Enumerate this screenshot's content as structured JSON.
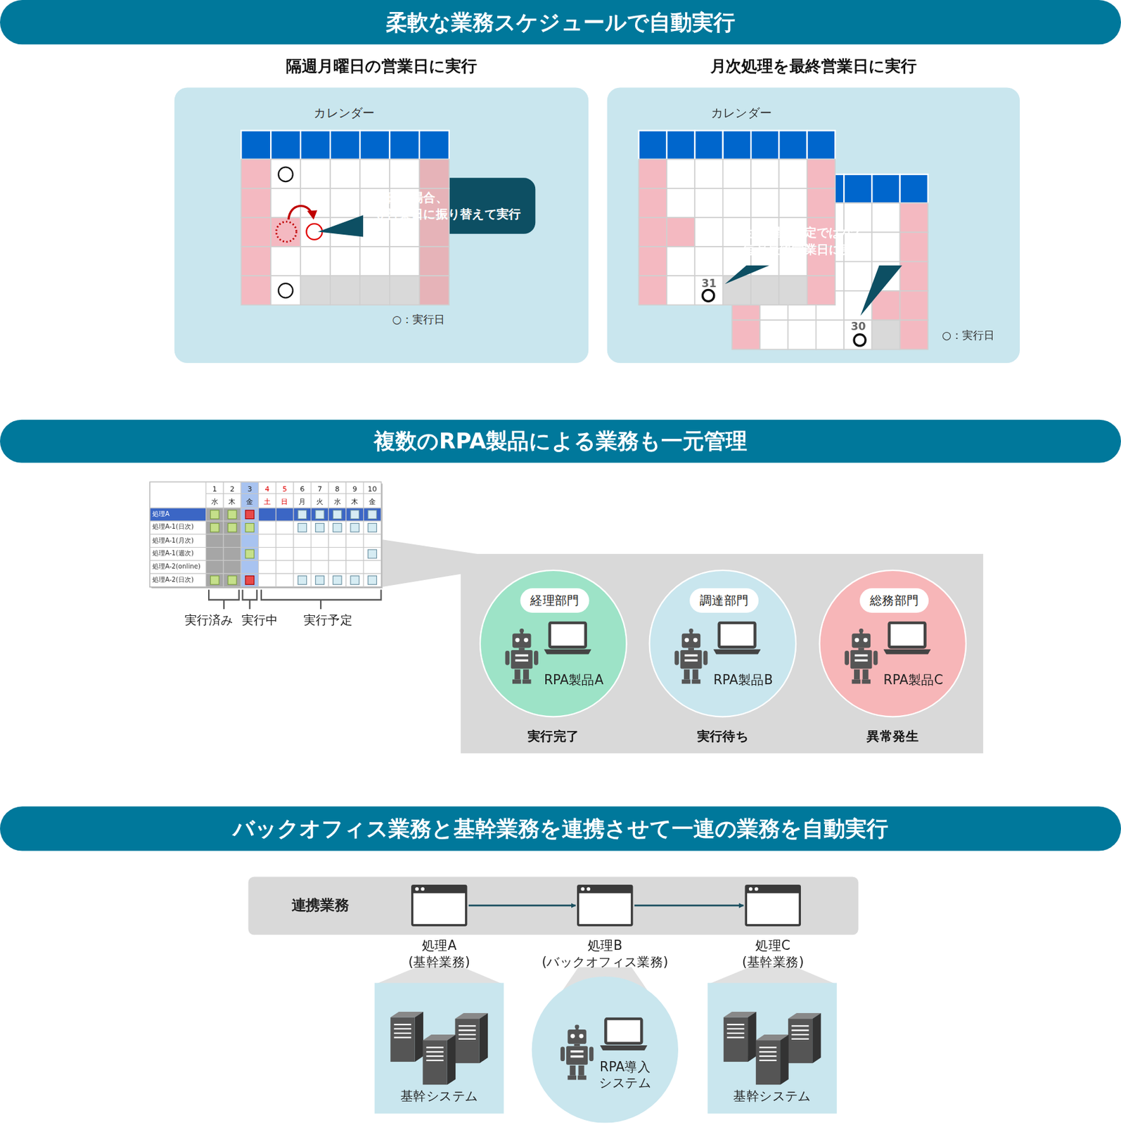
{
  "diagram": {
    "nodes": [
      {
        "text": [
          "柔軟な業務スケジュールで自動実行"
        ]
      },
      {
        "text": [
          "隔週月曜日の営業日に実行"
        ]
      },
      {
        "text": [
          "祝日の場合、 翌営業日に振り替えて実行"
        ],
        "in": 1
      },
      {
        "text": [
          "月次処理を最終営業日に実行"
        ]
      },
      {
        "text": [
          "日付、曜日指定ではなく、 毎月最終営業日に実行"
        ],
        "in": 3
      },
      {
        "text": [
          "複数のRPA製品による業務も一元管理"
        ]
      },
      {
        "text": [
          "RPA製品A",
          "実行完了"
        ]
      },
      {
        "text": [
          "経理部門"
        ],
        "in": 6
      },
      {
        "text": [
          "RPA製品B",
          "実行待ち"
        ]
      },
      {
        "text": [
          "調達部門"
        ],
        "in": 8
      },
      {
        "text": [
          "RPA製品C",
          "異常発生"
        ]
      },
      {
        "text": [
          "総務部門"
        ],
        "in": 10
      },
      {
        "text": [
          "バックオフィス業務と基幹業務を連携させて一連の業務を自動実行"
        ]
      },
      {
        "text": [
          "連携業務"
        ]
      },
      {
        "text": [
          "処理A (基幹業務)"
        ],
        "in": 13
      },
      {
        "text": [
          "処理B (バックオフィス業務)"
        ],
        "in": 13
      },
      {
        "text": [
          "処理C (基幹業務)"
        ],
        "in": 13
      },
      {
        "text": [
          "基幹システム"
        ]
      },
      {
        "text": [
          "RPA導入 システム"
        ]
      },
      {
        "text": [
          "基幹システム"
        ]
      }
    ],
    "edges": [
      {
        "from": 14,
        "to": 15,
        "arrow": "to"
      },
      {
        "from": 15,
        "to": 16,
        "arrow": "to"
      }
    ],
    "labels": [
      "カレンダー",
      "○：実行日",
      "カレンダー",
      "31",
      "30",
      "○：実行日",
      "1",
      "2",
      "3",
      "4",
      "5",
      "6",
      "7",
      "8",
      "9",
      "10",
      "水",
      "木",
      "金",
      "土",
      "日",
      "月",
      "火",
      "水",
      "木",
      "金",
      "処理A",
      "処理A-1(日次)",
      "処理A-1(月次)",
      "処理A-1(週次)",
      "処理A-2(online)",
      "処理A-2(日次)",
      "実行済み",
      "実行中",
      "実行予定"
    ]
  }
}
